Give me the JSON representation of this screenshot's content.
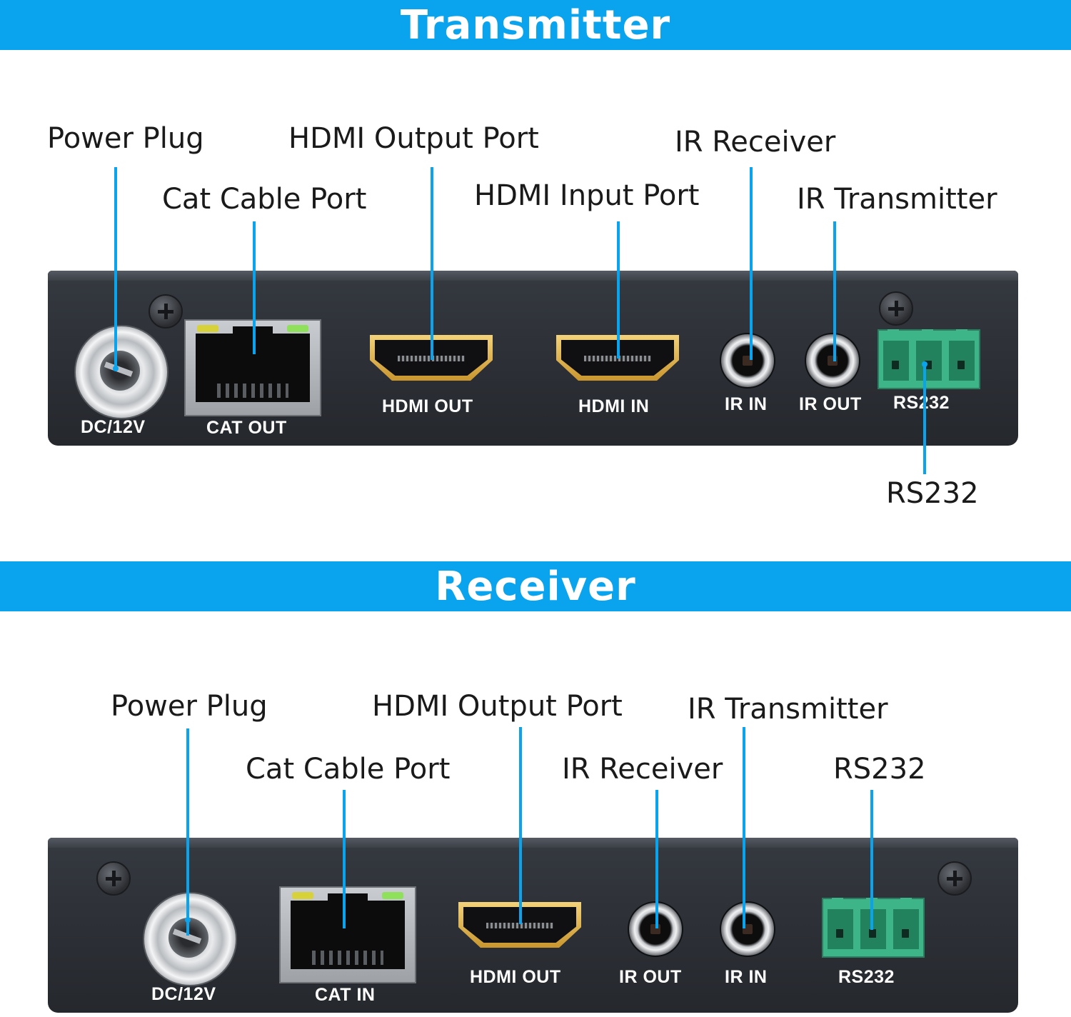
{
  "transmitter": {
    "title": "Transmitter",
    "callouts": {
      "power_plug": "Power Plug",
      "cat_cable_port": "Cat Cable Port",
      "hdmi_output_port": "HDMI Output Port",
      "hdmi_input_port": "HDMI Input Port",
      "ir_receiver": "IR Receiver",
      "ir_transmitter": "IR Transmitter",
      "rs232": "RS232"
    },
    "panel_labels": {
      "dc": "DC/12V",
      "cat": "CAT OUT",
      "hdmi_out": "HDMI OUT",
      "hdmi_in": "HDMI  IN",
      "ir_in": "IR IN",
      "ir_out": "IR OUT",
      "rs232": "RS232"
    }
  },
  "receiver": {
    "title": "Receiver",
    "callouts": {
      "power_plug": "Power Plug",
      "cat_cable_port": "Cat Cable Port",
      "hdmi_output_port": "HDMI Output Port",
      "ir_receiver": "IR Receiver",
      "ir_transmitter": "IR Transmitter",
      "rs232": "RS232"
    },
    "panel_labels": {
      "dc": "DC/12V",
      "cat": "CAT IN",
      "hdmi_out": "HDMI OUT",
      "ir_out": "IR OUT",
      "ir_in": "IR IN",
      "rs232": "RS232"
    }
  },
  "colors": {
    "accent_blue": "#0aa3ee",
    "device_body": "#2b2e34",
    "terminal_green": "#3db588",
    "hdmi_gold": "#d9a83e",
    "led_yellow": "#d8d23a",
    "led_green": "#8fe05a"
  }
}
